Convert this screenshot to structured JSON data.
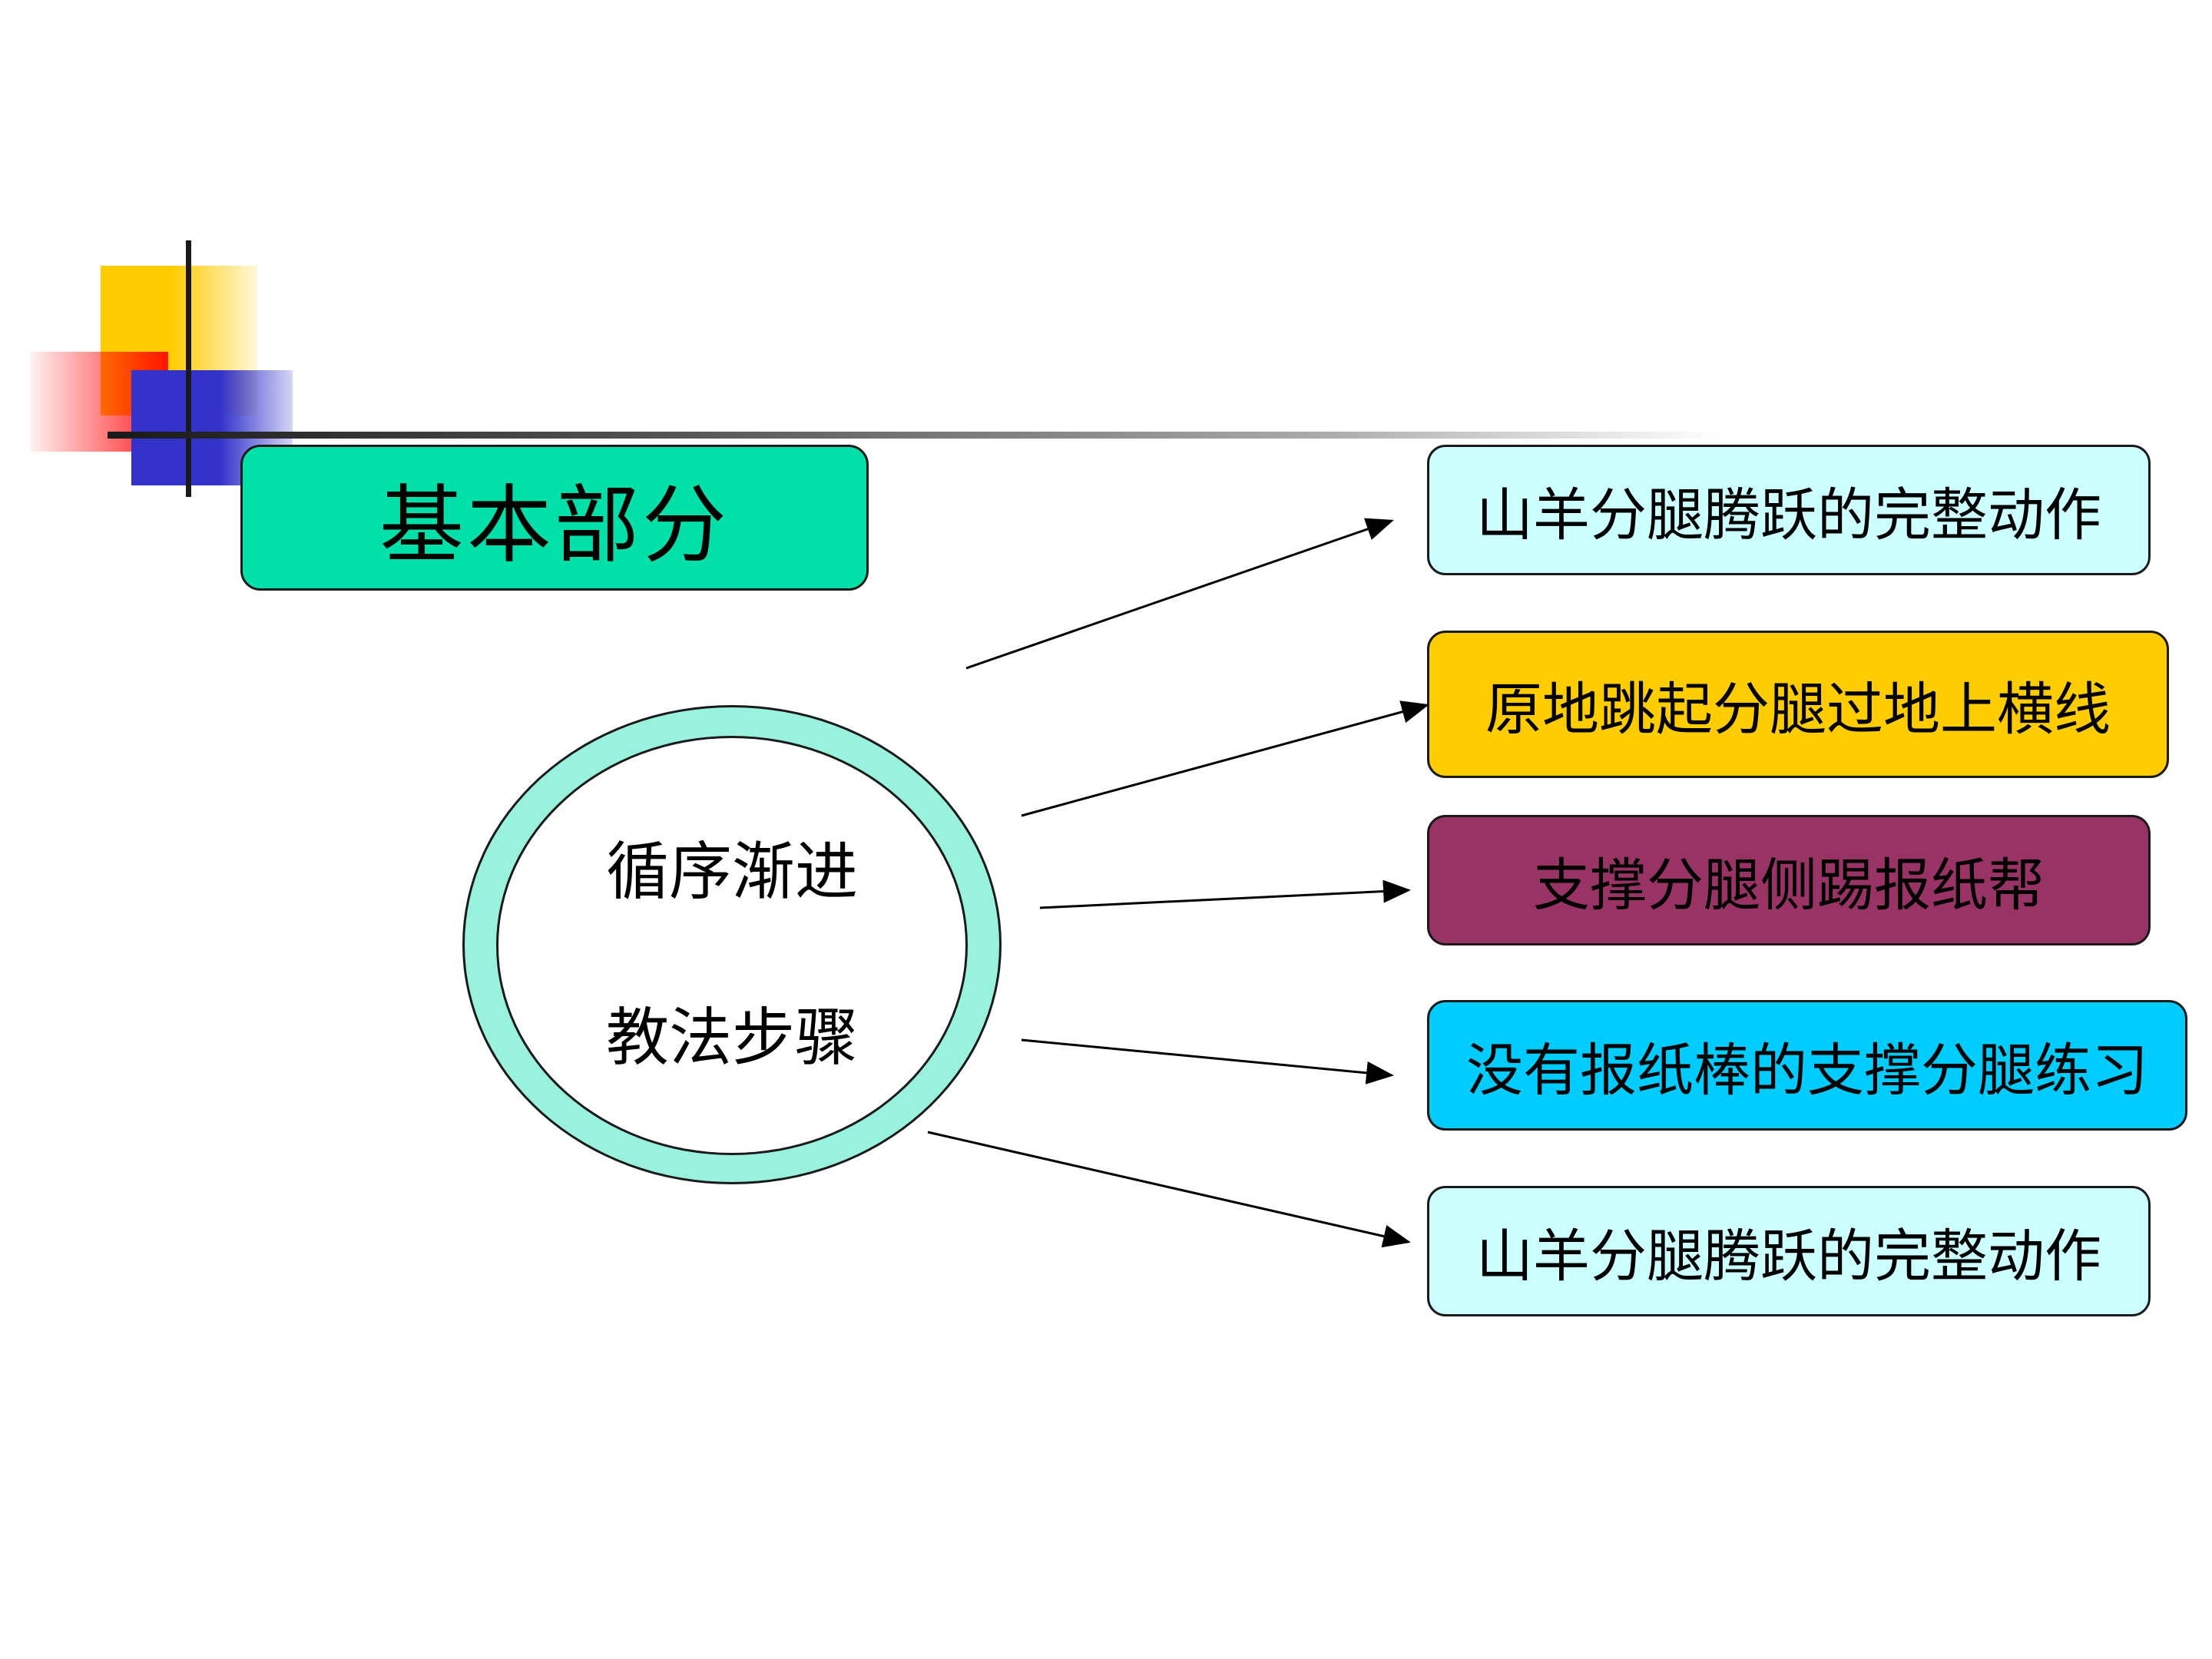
{
  "title": "基本部分",
  "center": {
    "line1": "循序渐进",
    "line2": "教法步骤"
  },
  "steps": [
    {
      "label": "山羊分腿腾跃的完整动作",
      "color": "#ccffff"
    },
    {
      "label": "原地跳起分腿过地上横线",
      "color": "#ffcc00"
    },
    {
      "label": "支撑分腿侧踢报纸帮",
      "color": "#993366"
    },
    {
      "label": "没有报纸棒的支撑分腿练习",
      "color": "#00ccff"
    },
    {
      "label": "山羊分腿腾跃的完整动作",
      "color": "#ccffff"
    }
  ],
  "colors": {
    "title_box": "#00e0a8",
    "ring": "#99f2dd",
    "deco_yellow": "#ffcc00",
    "deco_red": "#ff0000",
    "deco_blue": "#3333cc"
  }
}
